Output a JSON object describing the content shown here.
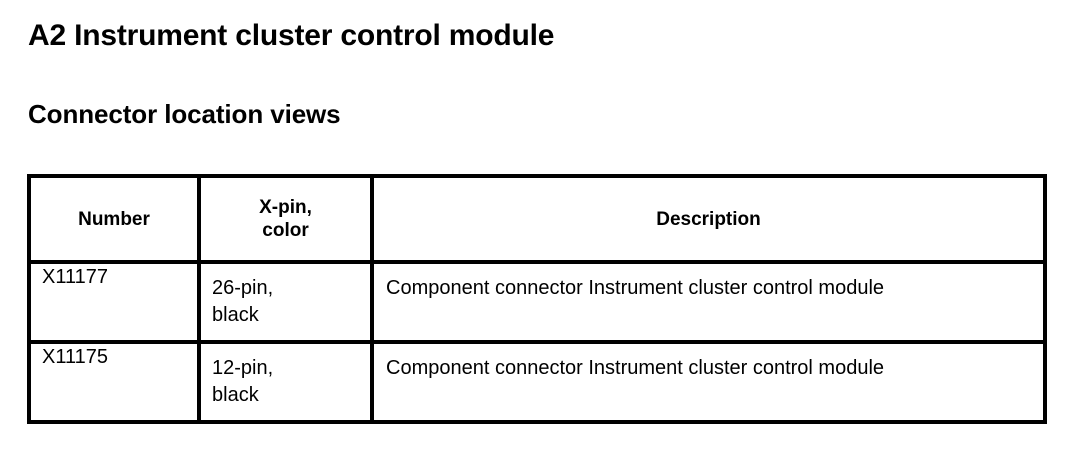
{
  "document": {
    "title": "A2 Instrument cluster control module",
    "section_heading": "Connector location views"
  },
  "table": {
    "headers": {
      "number": "Number",
      "pin_color": "X-pin,\ncolor",
      "pin_color_line1": "X-pin,",
      "pin_color_line2": "color",
      "description": "Description"
    },
    "rows": [
      {
        "number": "X11177",
        "pin_line1": "26-pin,",
        "pin_line2": "black",
        "description": "Component connector Instrument cluster control module"
      },
      {
        "number": "X11175",
        "pin_line1": "12-pin,",
        "pin_line2": "black",
        "description": "Component connector Instrument cluster control module"
      }
    ]
  },
  "colors": {
    "background": "#ffffff",
    "text": "#000000",
    "border": "#000000"
  }
}
